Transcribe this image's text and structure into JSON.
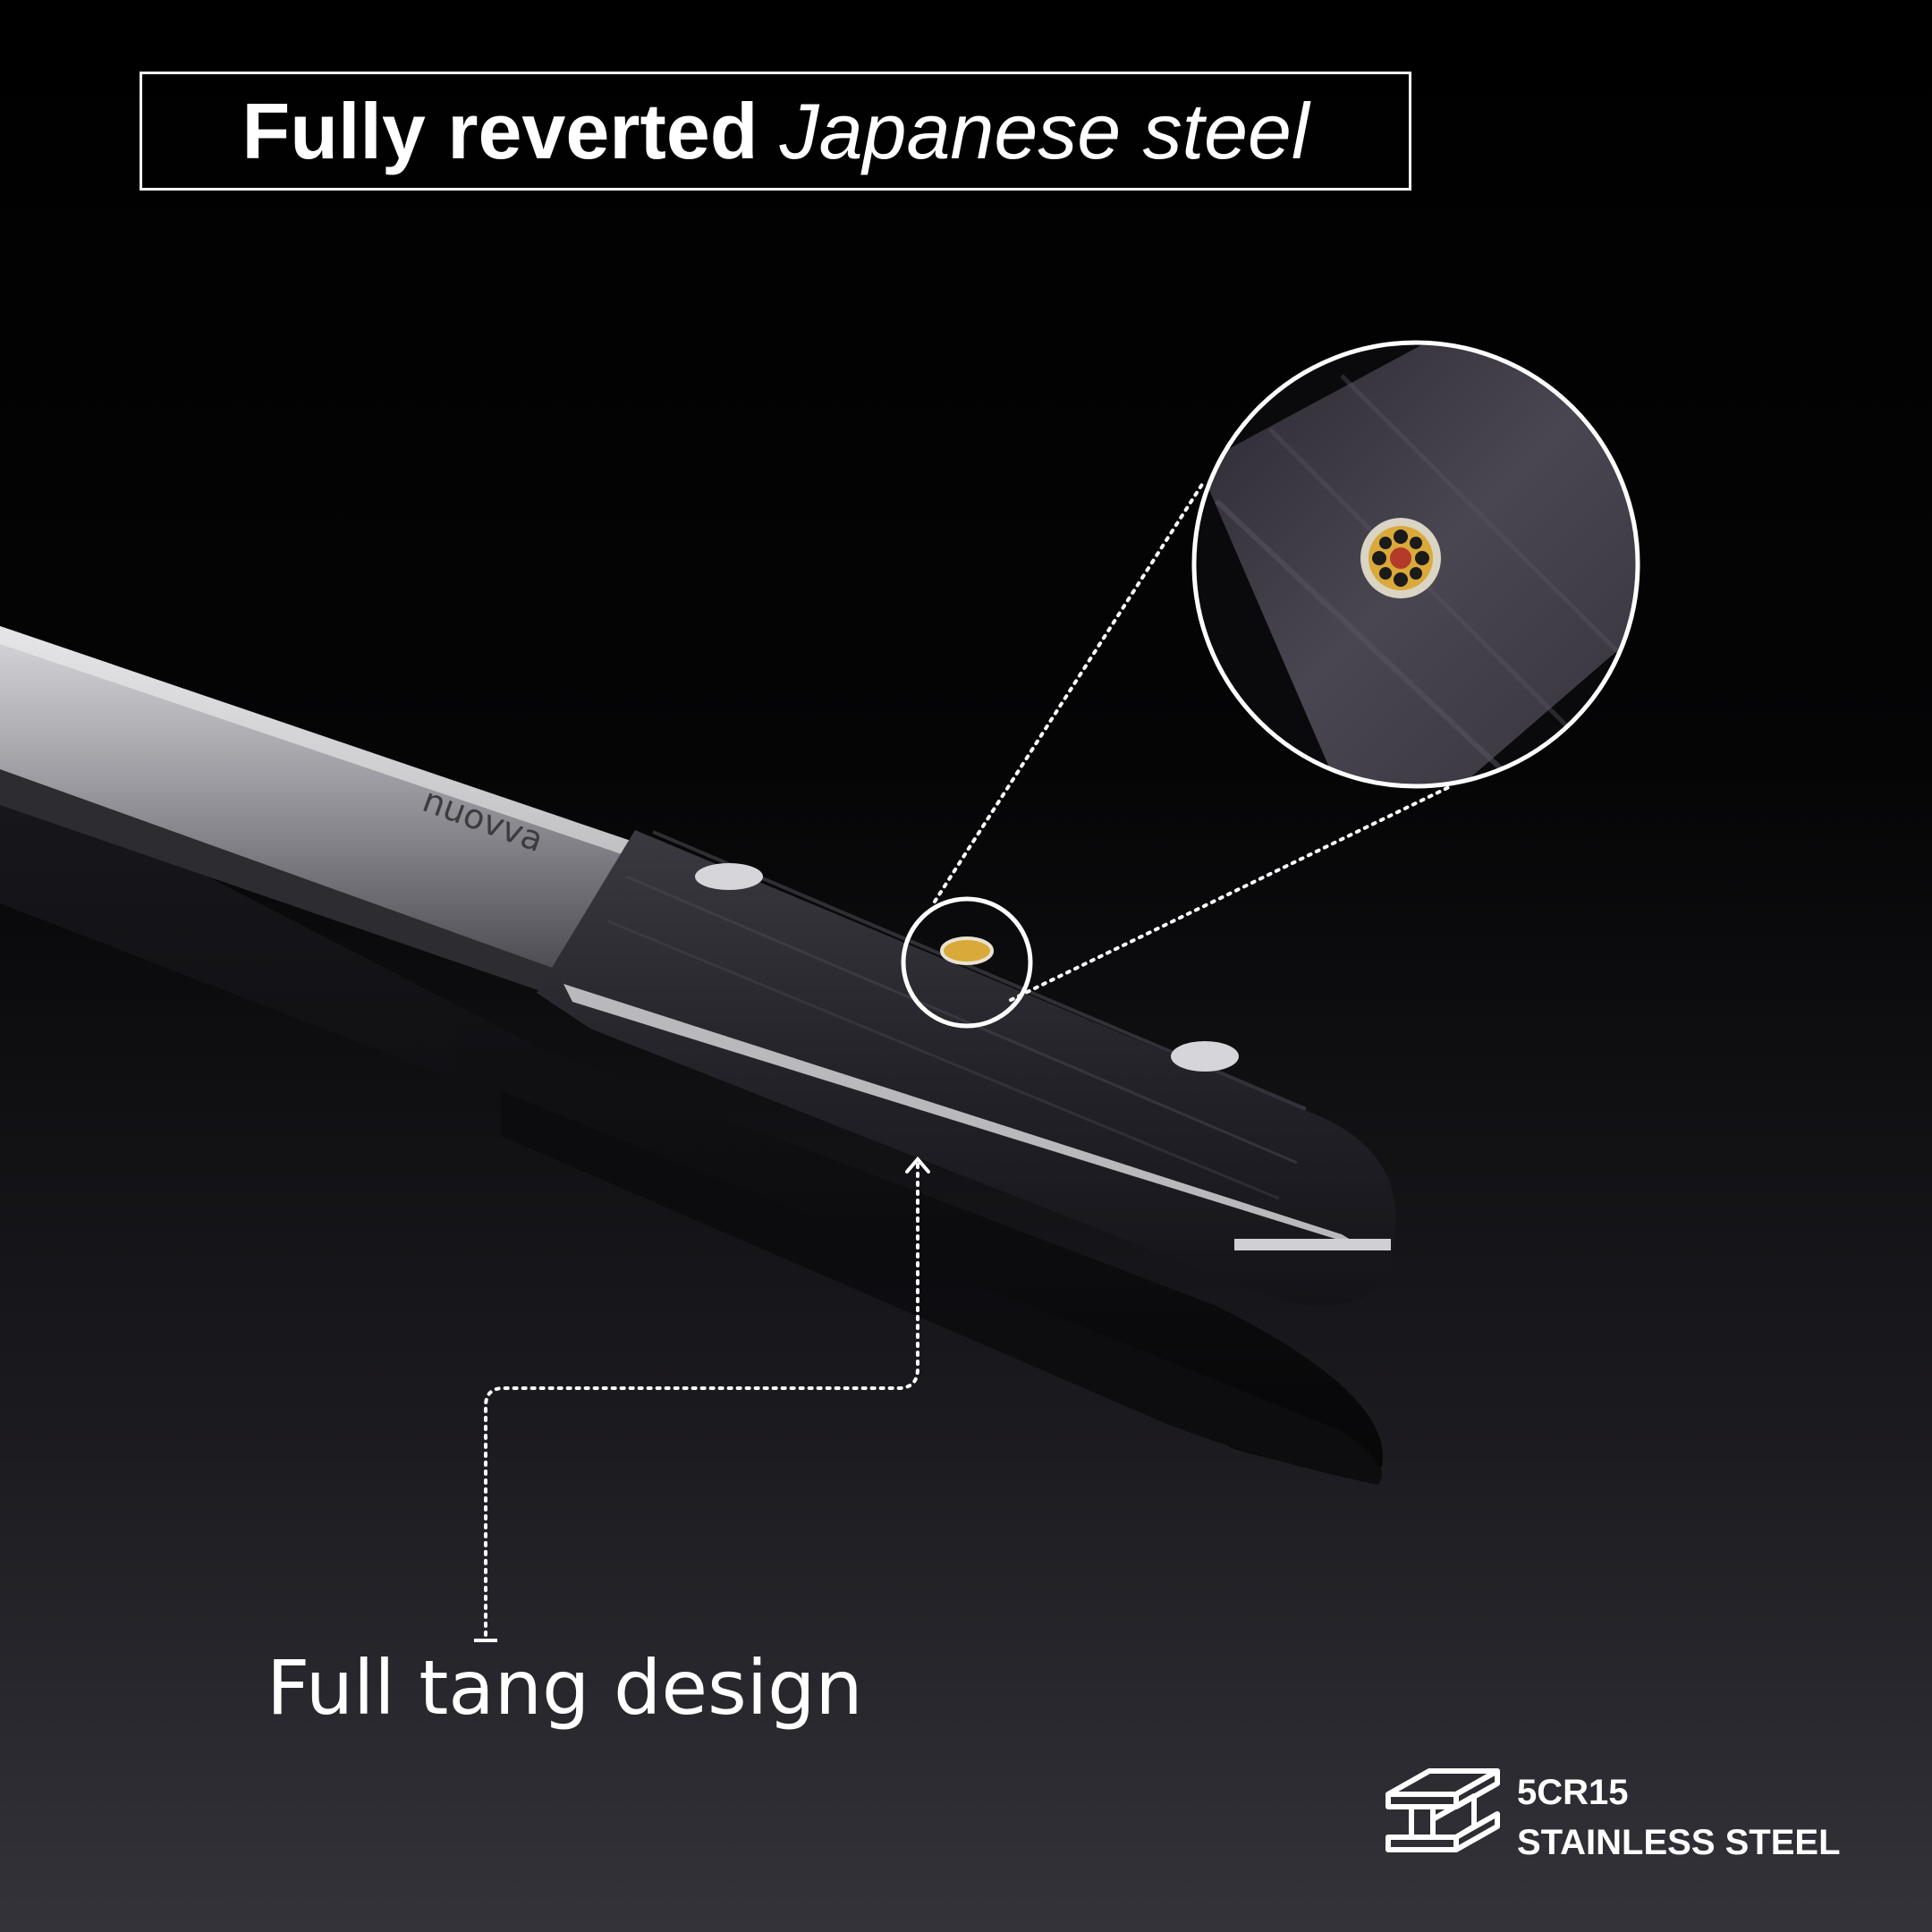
{
  "headline": {
    "bold": "Fully reverted",
    "italic": "Japanese steel"
  },
  "photo": {
    "brand_etching": "nuovva"
  },
  "callout": {
    "label": "Full tang design"
  },
  "badge": {
    "icon": "steel-i-beam-icon",
    "line1": "5CR15",
    "line2": "STAINLESS STEEL"
  },
  "colors": {
    "background": "#000000",
    "text": "#ffffff",
    "handle_wood": "#26252b",
    "mosaic_pin_gold": "#d9a93a"
  }
}
